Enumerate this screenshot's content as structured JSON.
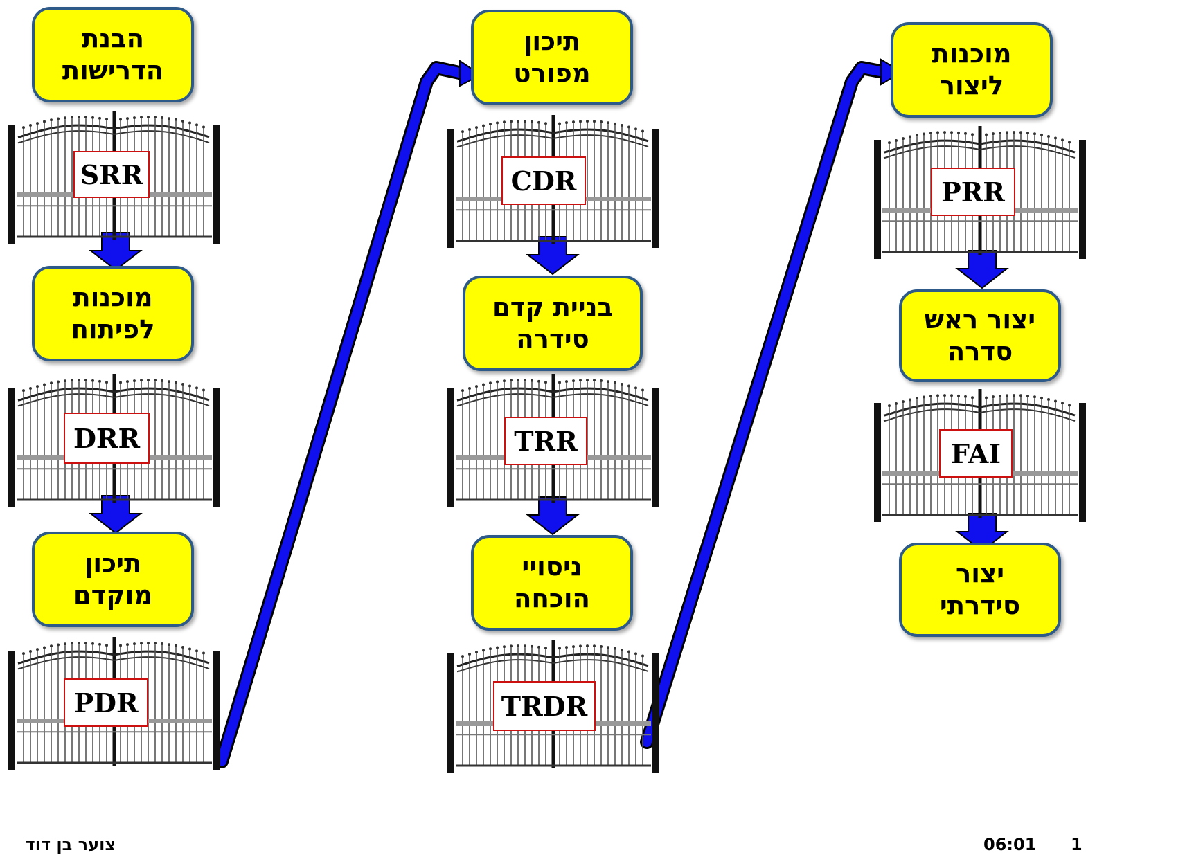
{
  "colors": {
    "stage_fill": "#ffff00",
    "stage_border": "#2e5a8a",
    "arrow_fill": "#1010ee",
    "label_border": "#cc1010"
  },
  "stages": [
    {
      "id": "s1",
      "lines": [
        "הבנת",
        "הדרישות"
      ]
    },
    {
      "id": "s2",
      "lines": [
        "מוכנות",
        "לפיתוח"
      ]
    },
    {
      "id": "s3",
      "lines": [
        "תיכון",
        "מוקדם"
      ]
    },
    {
      "id": "s4",
      "lines": [
        "תיכון",
        "מפורט"
      ]
    },
    {
      "id": "s5",
      "lines": [
        "בניית קדם",
        "סידרה"
      ]
    },
    {
      "id": "s6",
      "lines": [
        "ניסויי",
        "הוכחה"
      ]
    },
    {
      "id": "s7",
      "lines": [
        "מוכנות",
        "ליצור"
      ]
    },
    {
      "id": "s8",
      "lines": [
        "יצור ראש",
        "סדרה"
      ]
    },
    {
      "id": "s9",
      "lines": [
        "יצור",
        "סידרתי"
      ]
    }
  ],
  "reviews": [
    {
      "id": "g1",
      "label": "SRR"
    },
    {
      "id": "g2",
      "label": "DRR"
    },
    {
      "id": "g3",
      "label": "PDR"
    },
    {
      "id": "g4",
      "label": "CDR"
    },
    {
      "id": "g5",
      "label": "TRR"
    },
    {
      "id": "g6",
      "label": "TRDR"
    },
    {
      "id": "g7",
      "label": "PRR"
    },
    {
      "id": "g8",
      "label": "FAI"
    }
  ],
  "footer": {
    "author": "צוער בן דוד",
    "time": "06:01",
    "page": "1"
  }
}
